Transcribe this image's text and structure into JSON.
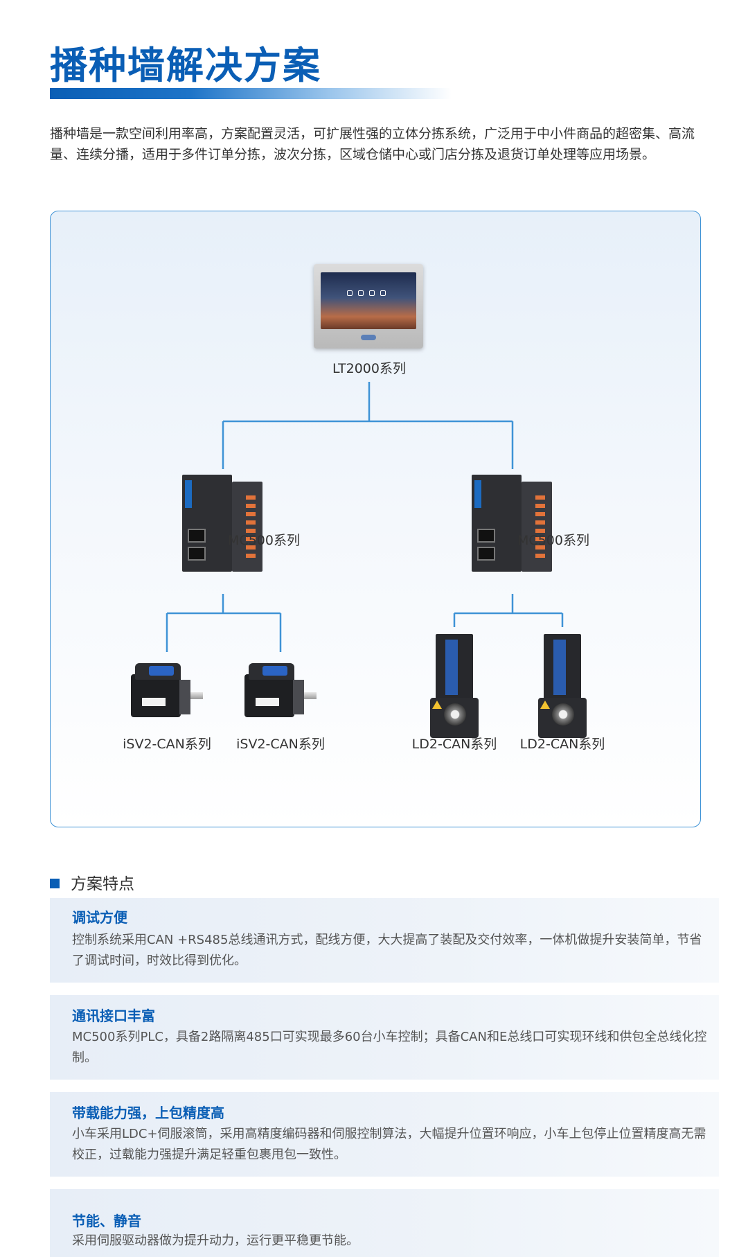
{
  "page": {
    "title": "播种墙解决方案",
    "intro": "播种墙是一款空间利用率高，方案配置灵活，可扩展性强的立体分拣系统，广泛用于中小件商品的超密集、高流量、连续分播，适用于多件订单分拣，波次分拣，区域仓储中心或门店分拣及退货订单处理等应用场景。"
  },
  "diagram": {
    "root": {
      "label": "LT2000系列"
    },
    "controllers": [
      {
        "label": "MC500系列"
      },
      {
        "label": "MC500系列"
      }
    ],
    "devices": [
      {
        "label": "iSV2-CAN系列",
        "kind": "servo"
      },
      {
        "label": "iSV2-CAN系列",
        "kind": "servo"
      },
      {
        "label": "LD2-CAN系列",
        "kind": "drive"
      },
      {
        "label": "LD2-CAN系列",
        "kind": "drive"
      }
    ],
    "line_color": "#3f93d6"
  },
  "features": {
    "heading": "方案特点",
    "items": [
      {
        "title": "调试方便",
        "body": "控制系统采用CAN +RS485总线通讯方式，配线方便，大大提高了装配及交付效率，一体机做提升安装简单，节省了调试时间，时效比得到优化。"
      },
      {
        "title": "通讯接口丰富",
        "body": "MC500系列PLC，具备2路隔离485口可实现最多60台小车控制；具备CAN和E总线口可实现环线和供包全总线化控制。"
      },
      {
        "title": "带载能力强，上包精度高",
        "body": "小车采用LDC+伺服滚筒，采用高精度编码器和伺服控制算法，大幅提升位置环响应，小车上包停止位置精度高无需校正，过载能力强提升满足轻重包裹甩包一致性。"
      },
      {
        "title": "节能、静音",
        "body": "采用伺服驱动器做为提升动力，运行更平稳更节能。"
      }
    ]
  },
  "colors": {
    "accent": "#0a5eb5",
    "border": "#3f93d6",
    "card_bg": "#e7eef7"
  }
}
